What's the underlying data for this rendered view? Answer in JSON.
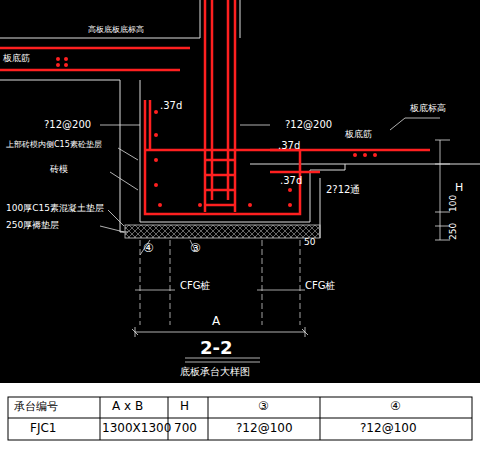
{
  "diagram": {
    "title": "2-2",
    "caption": "底板承台大样图",
    "labels": [
      "板底筋",
      "高板底板底标高",
      ".37d",
      "?12@200",
      "?12@200",
      "上部砖模内侧C15素砼垫层",
      "砖模",
      "100厚C15素混凝土垫层",
      "250厚褥垫层",
      "④",
      "③",
      "CFG桩",
      "CFG桩",
      "A",
      ".37d",
      ".37d",
      "2?12通",
      "板底筋",
      "板底标高",
      "H",
      "250",
      "100",
      "50",
      "承台编号",
      "A x B",
      "H",
      "③",
      "④",
      "FJC1",
      "1300X1300",
      "700",
      "?12@100",
      "?12@100"
    ]
  }
}
